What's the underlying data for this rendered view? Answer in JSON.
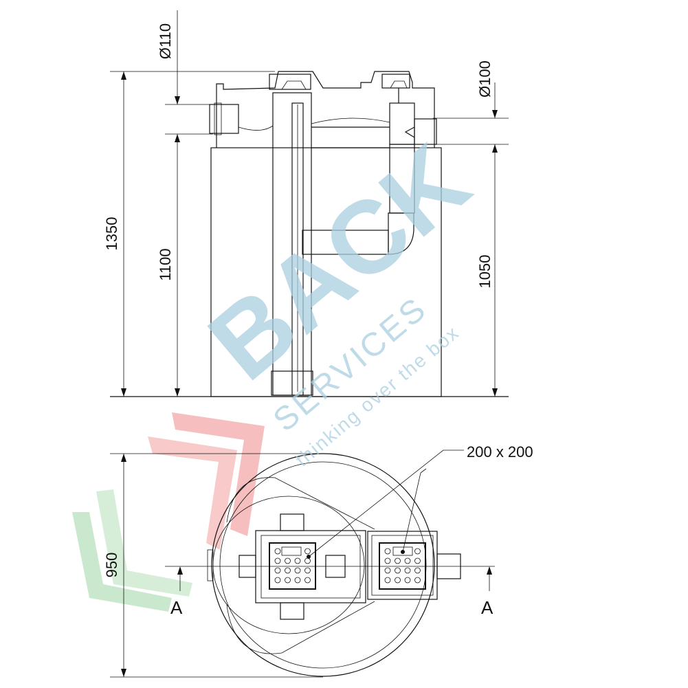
{
  "drawing": {
    "title": "Tank section and plan view",
    "elevation": {
      "dim_total_height": "1350",
      "dim_inlet_height": "1100",
      "dim_outlet_height": "1050",
      "dim_inlet_diameter": "Ø110",
      "dim_outlet_diameter": "Ø100"
    },
    "plan": {
      "dim_diameter": "950",
      "cover_size": "200 x 200",
      "section_label_left": "A",
      "section_label_right": "A"
    }
  },
  "watermark": {
    "brand": "BACK",
    "sub": "SERVICES",
    "tagline": "thinking over the box",
    "color": "#a9cfe0",
    "logo_red": "#f08a8a",
    "logo_green": "#9fd6a5"
  }
}
